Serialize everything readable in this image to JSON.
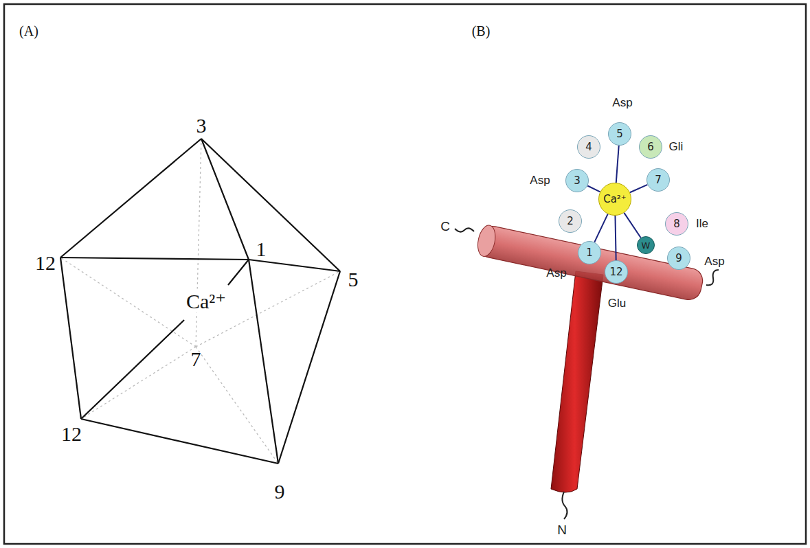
{
  "diagram": {
    "nodes": [
      {
        "text": [
          "5"
        ]
      },
      {
        "text": [
          "4"
        ]
      },
      {
        "text": [
          "6"
        ]
      },
      {
        "text": [
          "3"
        ]
      },
      {
        "text": [
          "Ca²⁺"
        ]
      },
      {
        "text": [
          "7"
        ]
      },
      {
        "text": [
          "2"
        ]
      },
      {
        "text": [
          "8"
        ]
      },
      {
        "text": [
          "1"
        ]
      },
      {
        "text": [
          "W"
        ]
      },
      {
        "text": [
          "9"
        ]
      },
      {
        "text": [
          "12"
        ]
      }
    ],
    "edges": [
      {
        "from": 4,
        "to": 3,
        "arrow": "none"
      },
      {
        "from": 4,
        "to": 0,
        "arrow": "none"
      },
      {
        "from": 4,
        "to": 5,
        "arrow": "none"
      },
      {
        "from": 4,
        "to": 8,
        "arrow": "none"
      },
      {
        "from": 4,
        "to": 11,
        "arrow": "none"
      },
      {
        "from": 4,
        "to": 9,
        "arrow": "none"
      }
    ],
    "labels": [
      "(A)",
      "(B)",
      "3",
      "1",
      "12",
      "5",
      "Ca²⁺",
      "7",
      "12",
      "9",
      "Asp",
      "Gli",
      "Asp",
      "Ile",
      "Asp",
      "Asp",
      "Glu",
      "C",
      "N"
    ]
  }
}
